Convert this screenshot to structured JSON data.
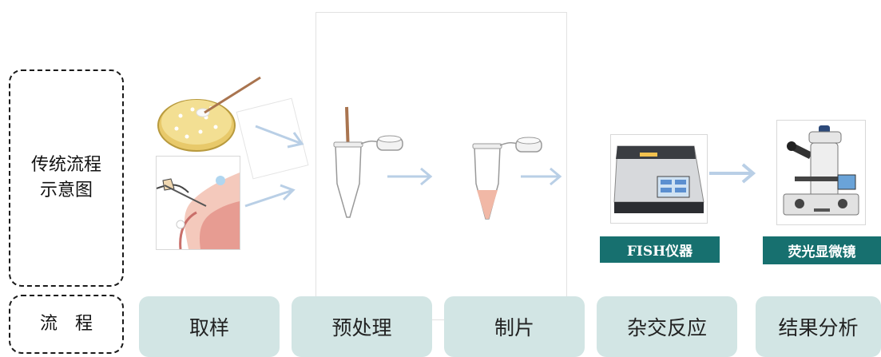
{
  "row_labels": {
    "traditional_line1": "传统流程",
    "traditional_line2": "示意图",
    "process": "流　程"
  },
  "steps": [
    {
      "label": "取样"
    },
    {
      "label": "预处理"
    },
    {
      "label": "制片"
    },
    {
      "label": "杂交反应"
    },
    {
      "label": "结果分析"
    }
  ],
  "device_tags": {
    "fish": "FISH仪器",
    "microscope": "荧光显微镜"
  },
  "colors": {
    "step_bg": "#d2e5e4",
    "tag_bg": "#17706f",
    "arrow": "#b9cfe6"
  },
  "icons": [
    "petri-dish-swab-icon",
    "nasal-swab-icon",
    "centrifuge-tube-swab-icon",
    "centrifuge-tube-sample-icon",
    "fish-instrument-icon",
    "fluorescence-microscope-icon",
    "arrow-right-icon"
  ]
}
